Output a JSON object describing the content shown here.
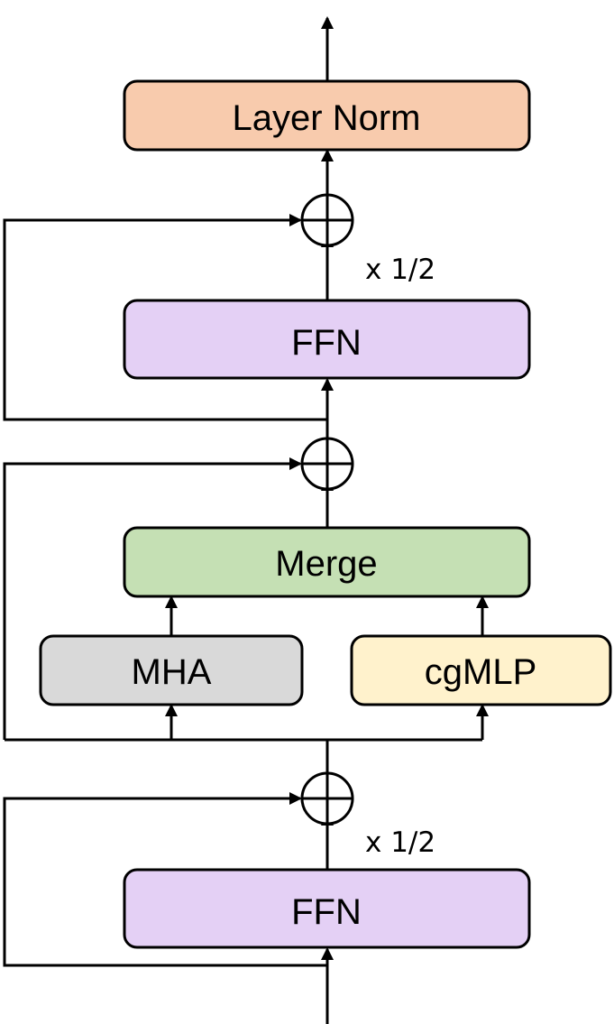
{
  "blocks": {
    "layer_norm": {
      "label": "Layer Norm",
      "color": "#f8cbad"
    },
    "ffn_top": {
      "label": "FFN",
      "color": "#e4d0f5"
    },
    "merge": {
      "label": "Merge",
      "color": "#c5e0b4"
    },
    "mha": {
      "label": "MHA",
      "color": "#d9d9d9"
    },
    "cgmlp": {
      "label": "cgMLP",
      "color": "#fff2cc"
    },
    "ffn_bottom": {
      "label": "FFN",
      "color": "#e4d0f5"
    }
  },
  "scales": {
    "top": "x 1/2",
    "bottom": "x 1/2"
  },
  "icons": {
    "sum": "circle-plus-icon",
    "arrow": "arrowhead-icon"
  }
}
